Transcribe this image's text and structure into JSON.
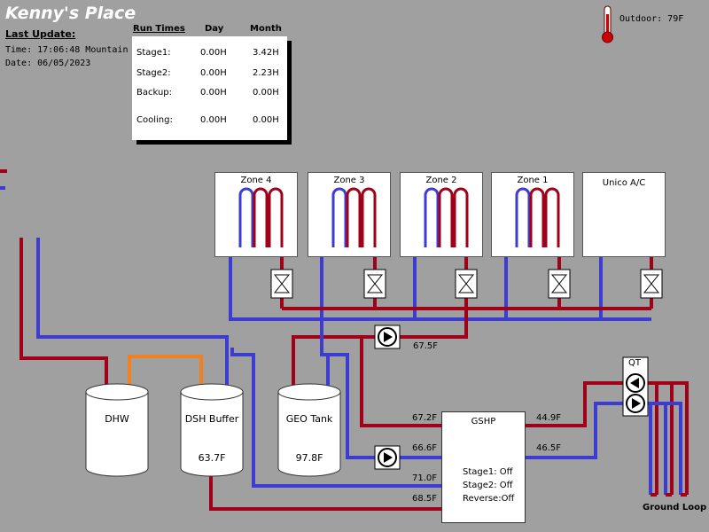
{
  "header": {
    "title": "Kenny's Place",
    "last_update_label": "Last Update:",
    "time_line": "Time: 17:06:48 Mountain",
    "date_line": "Date: 06/05/2023",
    "outdoor": "Outdoor: 79F"
  },
  "run_times": {
    "header": "Run Times",
    "col_day": "Day",
    "col_month": "Month",
    "rows": [
      {
        "label": "Stage1:",
        "day": "0.00H",
        "month": "3.42H"
      },
      {
        "label": "Stage2:",
        "day": "0.00H",
        "month": "2.23H"
      },
      {
        "label": "Backup:",
        "day": "0.00H",
        "month": "0.00H"
      },
      {
        "label": "Cooling:",
        "day": "0.00H",
        "month": "0.00H"
      }
    ]
  },
  "zones": [
    {
      "label": "Zone 4"
    },
    {
      "label": "Zone 3"
    },
    {
      "label": "Zone 2"
    },
    {
      "label": "Zone 1"
    },
    {
      "label": "Unico A/C"
    }
  ],
  "tanks": {
    "dhw": {
      "label": "DHW"
    },
    "dsh": {
      "label": "DSH Buffer",
      "temp": "63.7F"
    },
    "geo": {
      "label": "GEO Tank",
      "temp": "97.8F"
    }
  },
  "temps": {
    "pump_top": "67.5F",
    "gshp_in_top": "67.2F",
    "gshp_in_mid": "66.6F",
    "gshp_dsh_in": "71.0F",
    "gshp_dsh_out": "68.5F",
    "gshp_loop_out": "44.9F",
    "gshp_loop_in": "46.5F"
  },
  "gshp": {
    "label": "GSHP",
    "stage1": "Stage1: Off",
    "stage2": "Stage2: Off",
    "reverse": "Reverse:Off"
  },
  "loop": {
    "qt_label": "QT",
    "ground_loop": "Ground Loop"
  },
  "colors": {
    "red": "#a00018",
    "blue": "#3c3cd2",
    "orange": "#f08020",
    "background": "#a0a0a0"
  }
}
